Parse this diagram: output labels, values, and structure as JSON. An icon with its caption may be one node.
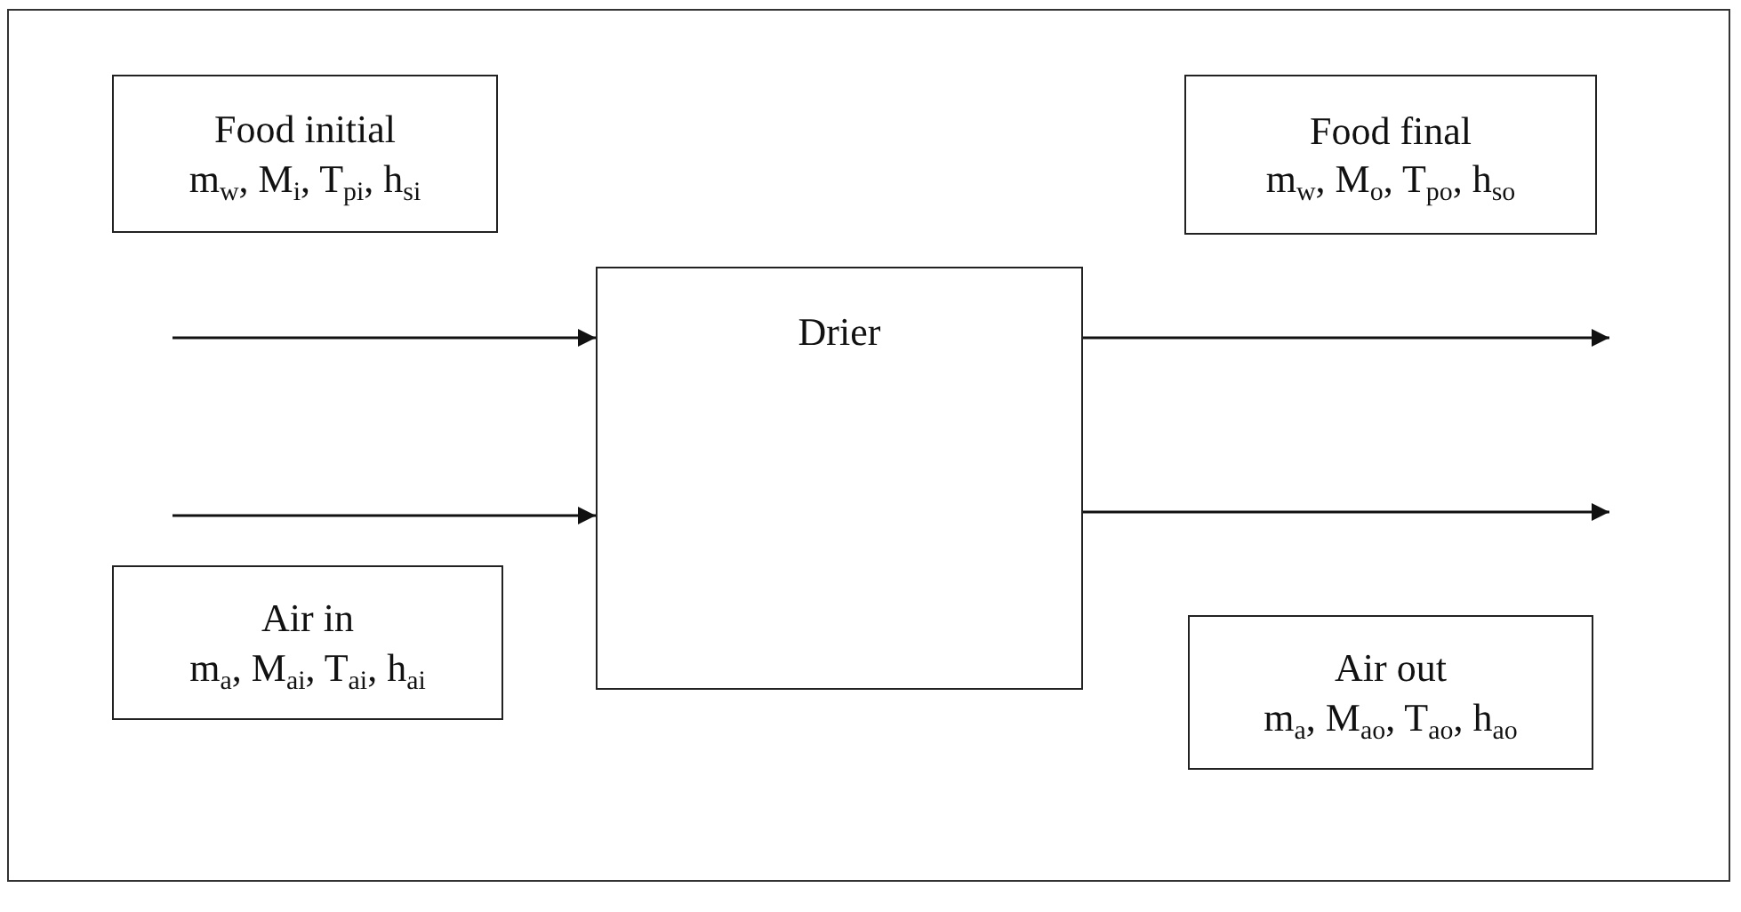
{
  "diagram": {
    "nodes": [
      {
        "text": [
          "Food initial",
          "m$_{w}$, M$_{i}$, T$_{pi}$, h$_{si}$"
        ]
      },
      {
        "text": [
          "Drier"
        ]
      },
      {
        "text": [
          "Food final",
          "m$_{w}$, M$_{o}$, T$_{po}$, h$_{so}$"
        ]
      },
      {
        "text": [
          "Air in",
          "m$_{a}$, M$_{ai}$, T$_{ai}$, h$_{ai}$"
        ]
      },
      {
        "text": [
          "Air out",
          "m$_{a}$, M$_{ao}$, T$_{ao}$, h$_{ao}$"
        ]
      }
    ],
    "edges": [
      {
        "from": null,
        "to": 1,
        "arrow": "to"
      },
      {
        "from": null,
        "to": 1,
        "arrow": "to"
      },
      {
        "from": 1,
        "to": null,
        "arrow": "to"
      },
      {
        "from": 1,
        "to": null,
        "arrow": "to"
      }
    ]
  }
}
